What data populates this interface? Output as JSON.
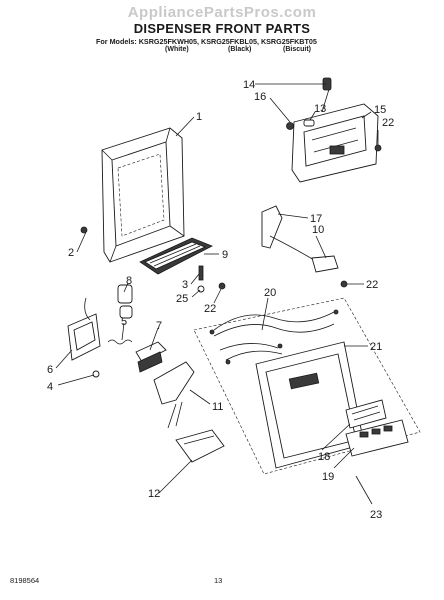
{
  "watermark": "AppliancePartsPros.com",
  "title": "DISPENSER FRONT PARTS",
  "models_line": "For Models: KSRG25FKWH05, KSRG25FKBL05, KSRG25FKBT05",
  "colors": [
    "(White)",
    "(Black)",
    "(Biscuit)"
  ],
  "callouts": {
    "p1": "1",
    "p2": "2",
    "p3": "3",
    "p4": "4",
    "p5": "5",
    "p6": "6",
    "p7": "7",
    "p8": "8",
    "p9": "9",
    "p10": "10",
    "p11": "11",
    "p12": "12",
    "p13": "13",
    "p14": "14",
    "p15": "15",
    "p16": "16",
    "p17": "17",
    "p18": "18",
    "p19": "19",
    "p20": "20",
    "p21": "21",
    "p22a": "22",
    "p22b": "22",
    "p22c": "22",
    "p23": "23",
    "p25": "25"
  },
  "doc_number": "8198564",
  "page_number": "13"
}
